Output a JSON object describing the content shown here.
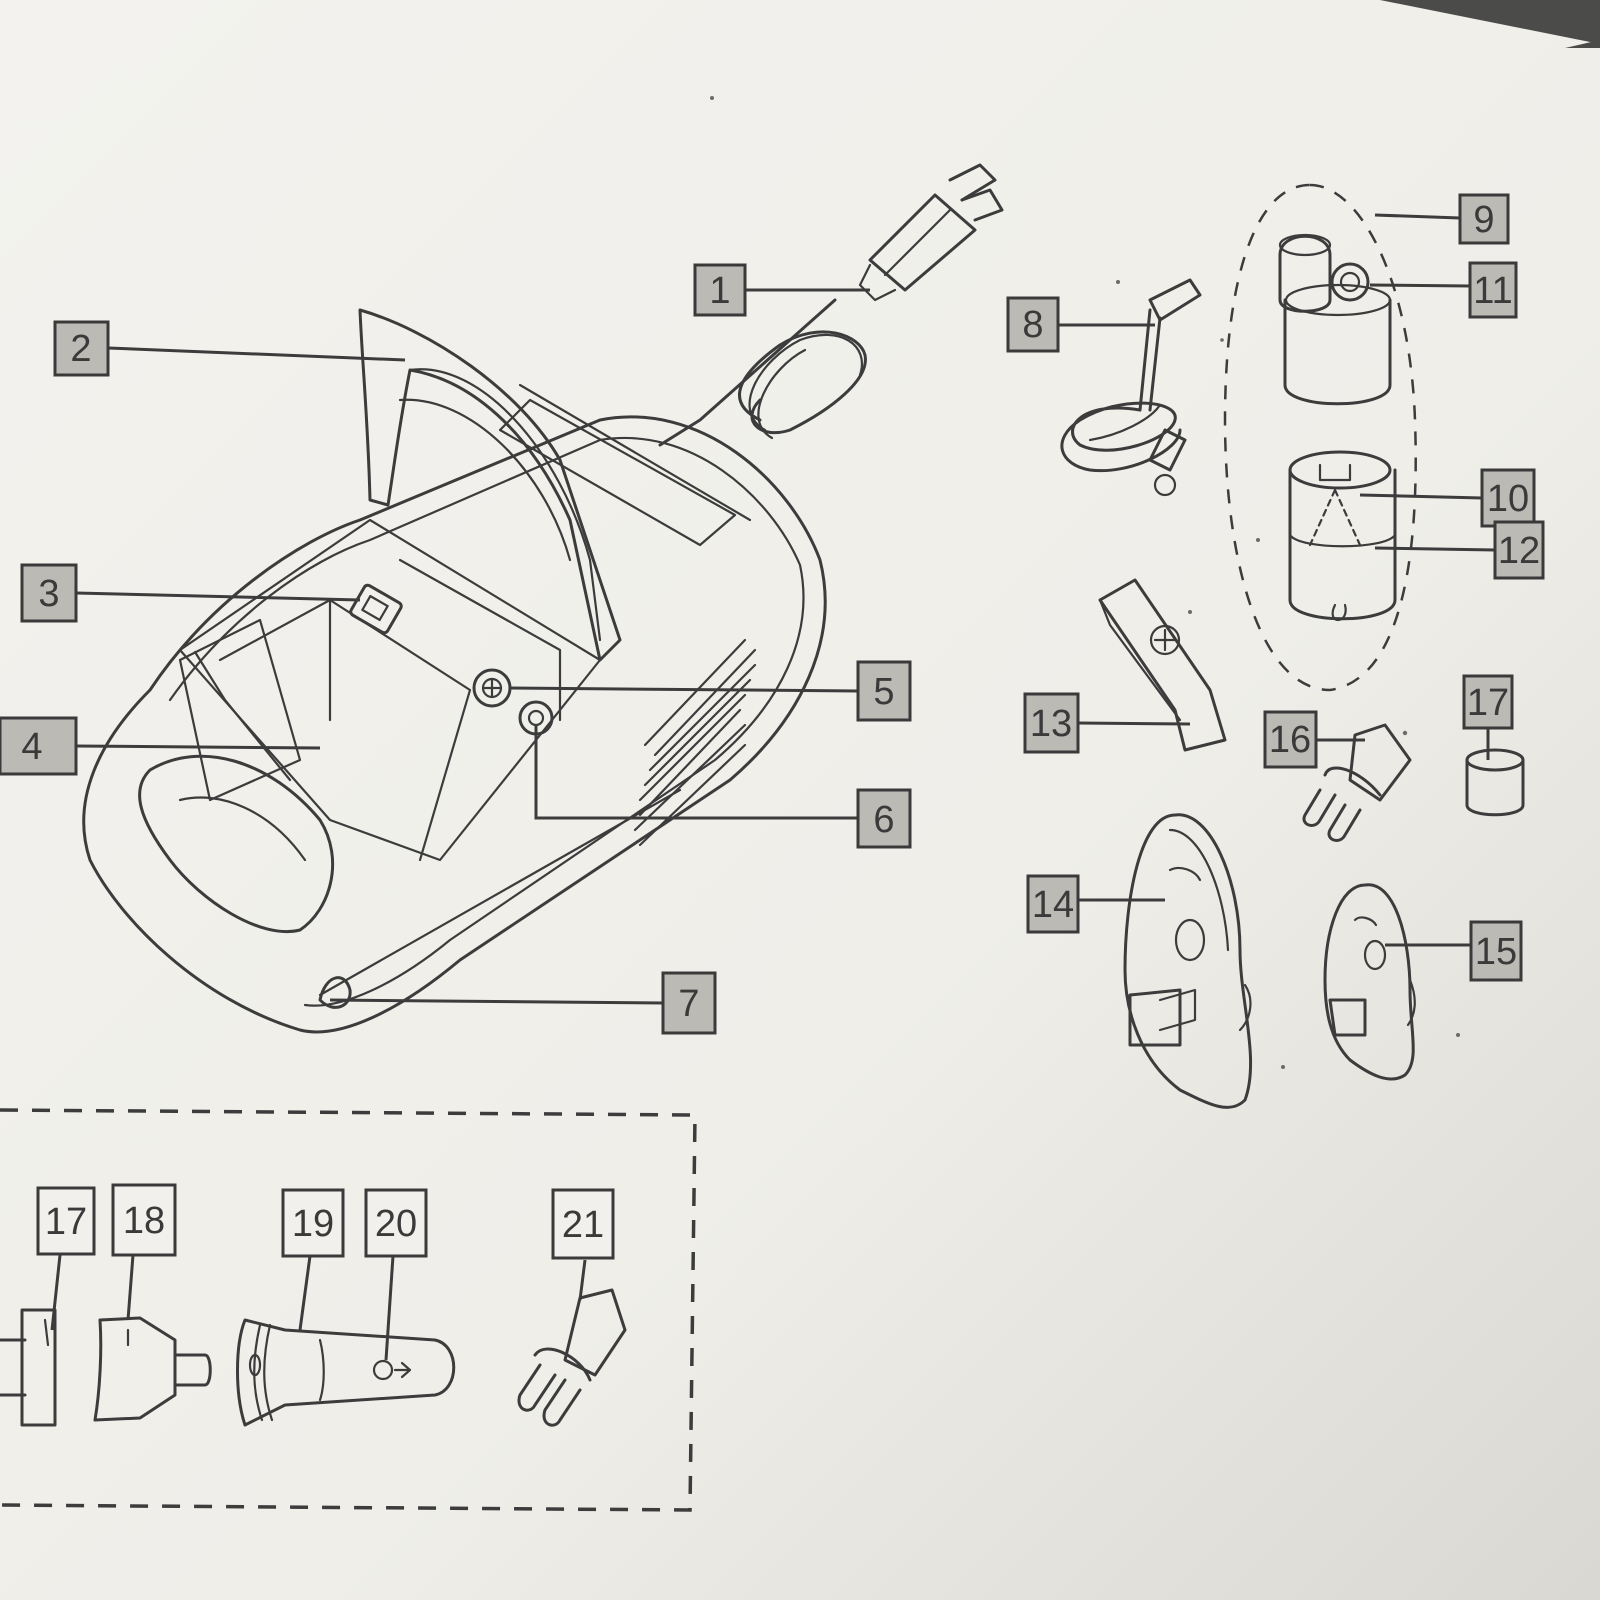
{
  "callouts": [
    {
      "id": "c1",
      "text": "1"
    },
    {
      "id": "c2",
      "text": "2"
    },
    {
      "id": "c3",
      "text": "3"
    },
    {
      "id": "c4",
      "text": "4"
    },
    {
      "id": "c5",
      "text": "5"
    },
    {
      "id": "c6",
      "text": "6"
    },
    {
      "id": "c7",
      "text": "7"
    },
    {
      "id": "c8",
      "text": "8"
    },
    {
      "id": "c9",
      "text": "9"
    },
    {
      "id": "c10",
      "text": "10"
    },
    {
      "id": "c11",
      "text": "11"
    },
    {
      "id": "c12",
      "text": "12"
    },
    {
      "id": "c13",
      "text": "13"
    },
    {
      "id": "c14",
      "text": "14"
    },
    {
      "id": "c15",
      "text": "15"
    },
    {
      "id": "c16",
      "text": "16"
    },
    {
      "id": "c17a",
      "text": "17"
    },
    {
      "id": "c17b",
      "text": "17"
    },
    {
      "id": "c18",
      "text": "18"
    },
    {
      "id": "c19",
      "text": "19"
    },
    {
      "id": "c20",
      "text": "20"
    },
    {
      "id": "c21",
      "text": "21"
    }
  ],
  "colors": {
    "paper": "#f1f0ec",
    "ink": "#3c3c3c",
    "label_box": "#bcbab5",
    "backdrop": "#4b4b4a"
  }
}
